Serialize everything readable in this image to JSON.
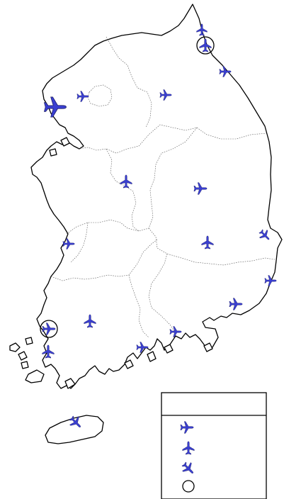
{
  "colors": {
    "plane_fill": "#3a3fd0",
    "plane_stroke": "#1b1b5e",
    "outline": "#000000",
    "internal_border": "#555555"
  },
  "legend": {
    "items": [
      {
        "id": "international-airport",
        "icon": "plane-right-icon",
        "label": ""
      },
      {
        "id": "domestic-airport",
        "icon": "plane-up-icon",
        "label": ""
      },
      {
        "id": "military-airport",
        "icon": "plane-down-right-icon",
        "label": ""
      },
      {
        "id": "closed-airport",
        "icon": "empty-circle-icon",
        "label": ""
      }
    ]
  },
  "airports": [
    {
      "id": "airport-1",
      "type": "domestic",
      "ring": false
    },
    {
      "id": "airport-2",
      "type": "domestic",
      "ring": true
    },
    {
      "id": "airport-3",
      "type": "international",
      "ring": false
    },
    {
      "id": "airport-4",
      "type": "international",
      "ring": false
    },
    {
      "id": "airport-5",
      "type": "international",
      "ring": false
    },
    {
      "id": "airport-6",
      "type": "international",
      "ring": false
    },
    {
      "id": "airport-7",
      "type": "domestic",
      "ring": false
    },
    {
      "id": "airport-8",
      "type": "international",
      "ring": false
    },
    {
      "id": "airport-9",
      "type": "domestic",
      "ring": false
    },
    {
      "id": "airport-10",
      "type": "military",
      "ring": false
    },
    {
      "id": "airport-11",
      "type": "international",
      "ring": false
    },
    {
      "id": "airport-12",
      "type": "international",
      "ring": false
    },
    {
      "id": "airport-13",
      "type": "international",
      "ring": false
    },
    {
      "id": "airport-14",
      "type": "domestic",
      "ring": false
    },
    {
      "id": "airport-15",
      "type": "international",
      "ring": false
    },
    {
      "id": "airport-16",
      "type": "international",
      "ring": true
    },
    {
      "id": "airport-17",
      "type": "domestic",
      "ring": false
    },
    {
      "id": "airport-18",
      "type": "international",
      "ring": false
    },
    {
      "id": "airport-19",
      "type": "military",
      "ring": false
    },
    {
      "id": "airport-20",
      "type": "domestic",
      "ring": false
    }
  ]
}
